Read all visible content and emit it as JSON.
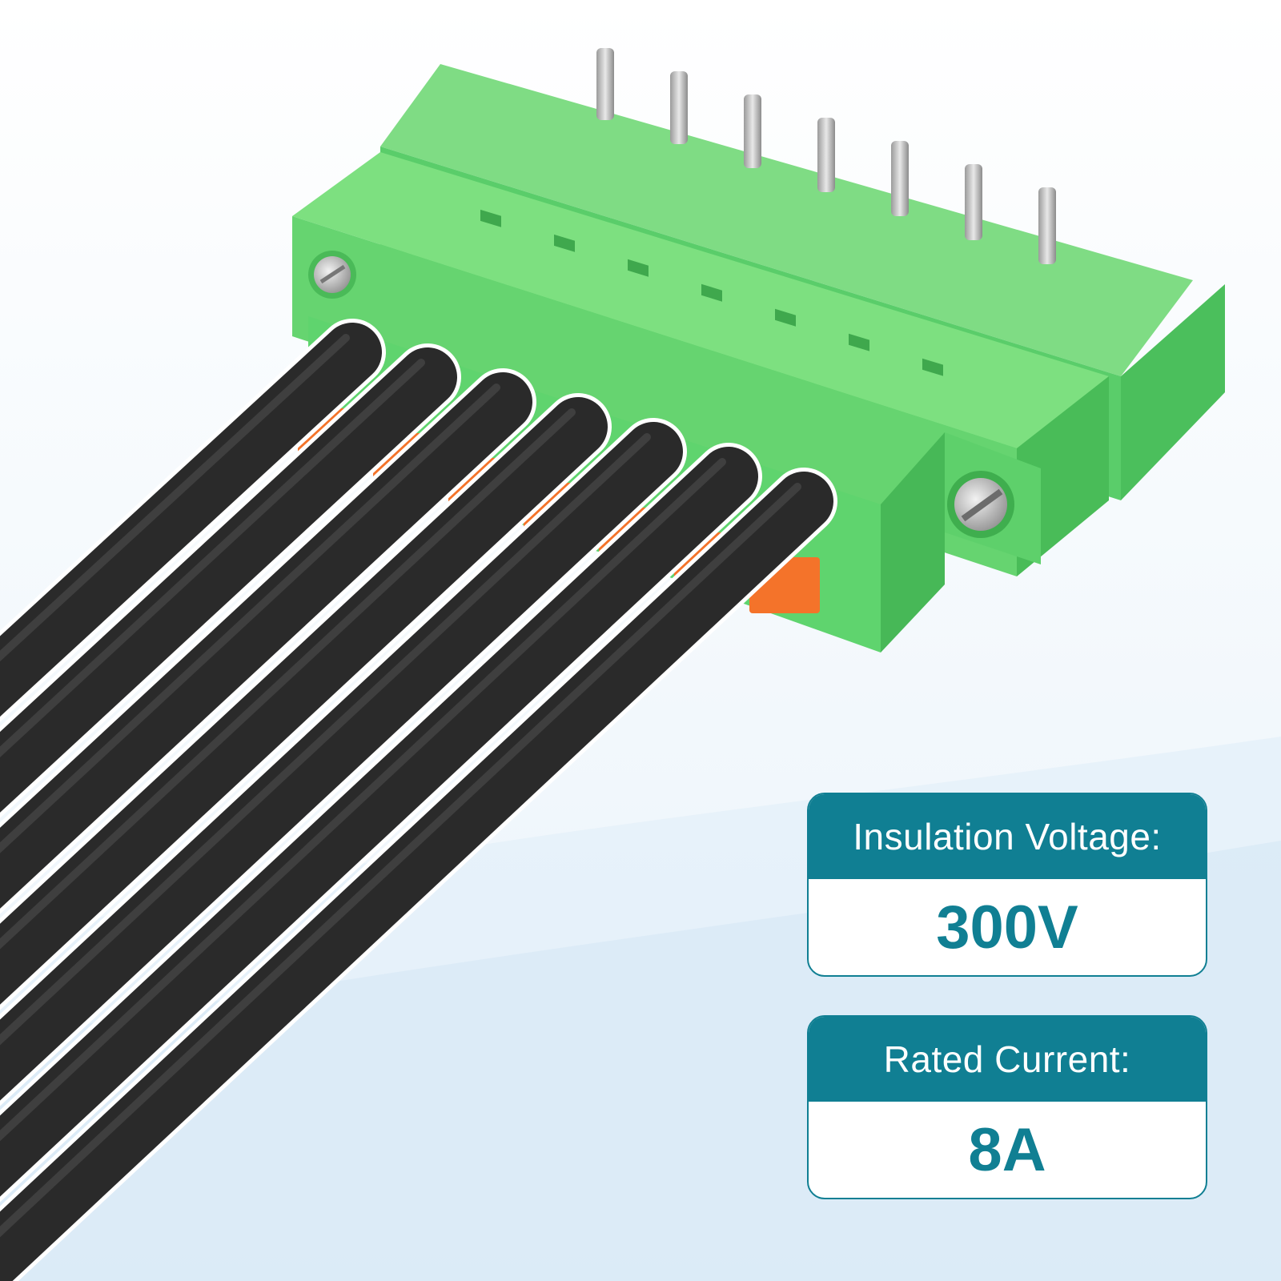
{
  "specs": [
    {
      "label": "Insulation Voltage:",
      "value": "300V"
    },
    {
      "label": "Rated Current:",
      "value": "8A"
    }
  ],
  "colors": {
    "accent": "#107f93",
    "connector": "#5fd46e",
    "release_tab": "#f4732a",
    "wire": "#2a2a2a"
  },
  "connector": {
    "pin_count": 7,
    "wire_count": 7
  }
}
